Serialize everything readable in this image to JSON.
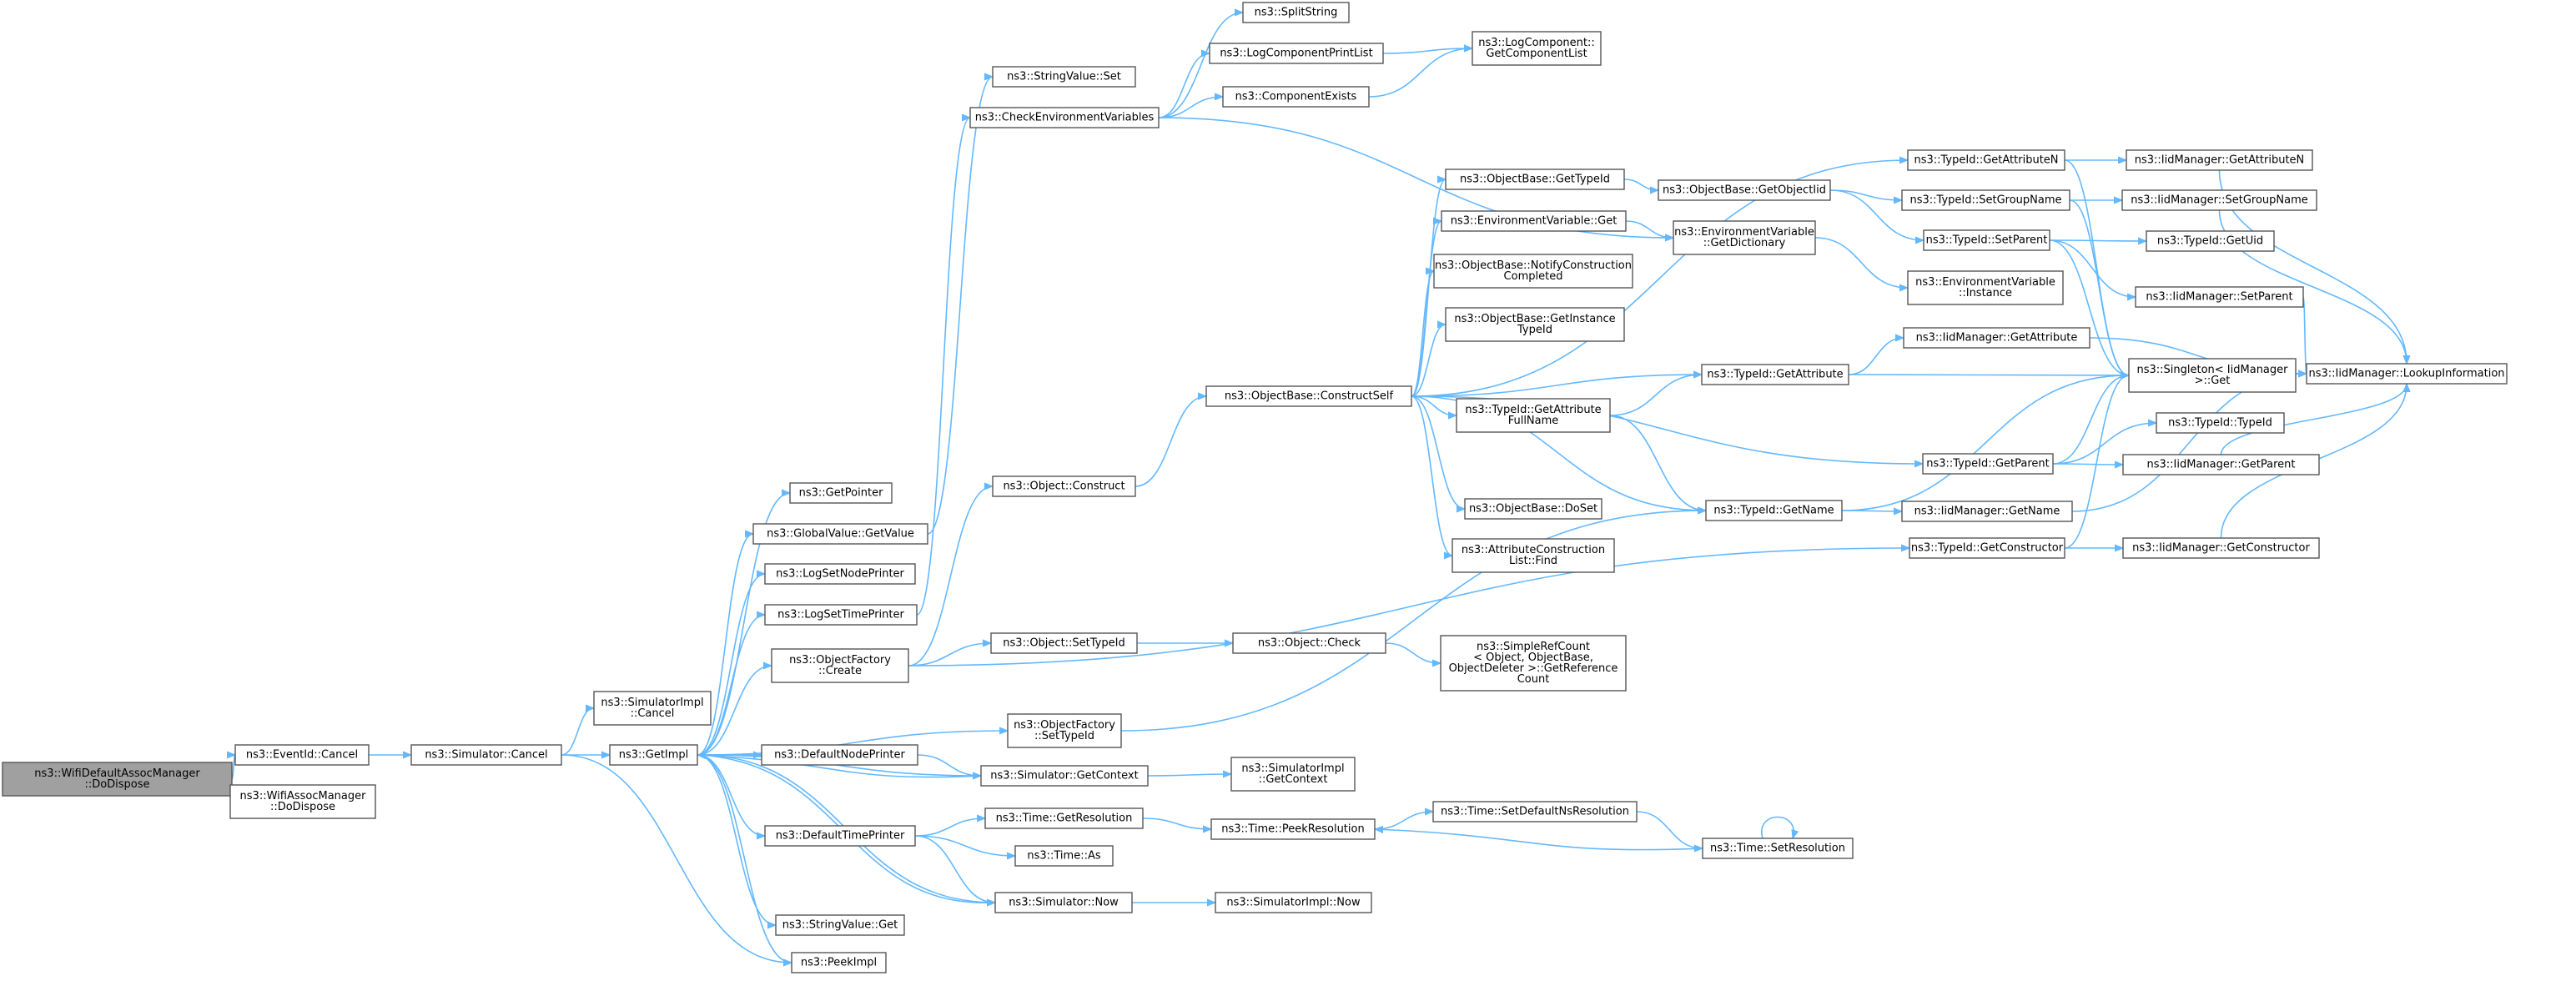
{
  "colors": {
    "edge": "#63b8ff",
    "node_border": "#555555",
    "root_fill": "#a0a0a0",
    "node_fill": "#ffffff"
  },
  "graph": {
    "root": "n0",
    "nodes": [
      {
        "id": "n0",
        "lines": [
          "ns3::WifiDefaultAssocManager",
          "::DoDispose"
        ]
      },
      {
        "id": "n1",
        "lines": [
          "ns3::EventId::Cancel"
        ]
      },
      {
        "id": "n2",
        "lines": [
          "ns3::WifiAssocManager",
          "::DoDispose"
        ]
      },
      {
        "id": "n3",
        "lines": [
          "ns3::Simulator::Cancel"
        ]
      },
      {
        "id": "n4",
        "lines": [
          "ns3::SimulatorImpl",
          "::Cancel"
        ]
      },
      {
        "id": "n5",
        "lines": [
          "ns3::GetImpl"
        ]
      },
      {
        "id": "n6",
        "lines": [
          "ns3::PeekImpl"
        ]
      },
      {
        "id": "n7",
        "lines": [
          "ns3::GetPointer"
        ]
      },
      {
        "id": "n8",
        "lines": [
          "ns3::GlobalValue::GetValue"
        ]
      },
      {
        "id": "n9",
        "lines": [
          "ns3::LogSetNodePrinter"
        ]
      },
      {
        "id": "n10",
        "lines": [
          "ns3::LogSetTimePrinter"
        ]
      },
      {
        "id": "n11",
        "lines": [
          "ns3::ObjectFactory",
          "::Create"
        ]
      },
      {
        "id": "n12",
        "lines": [
          "ns3::DefaultNodePrinter"
        ]
      },
      {
        "id": "n13",
        "lines": [
          "ns3::DefaultTimePrinter"
        ]
      },
      {
        "id": "n14",
        "lines": [
          "ns3::StringValue::Get"
        ]
      },
      {
        "id": "n15",
        "lines": [
          "ns3::StringValue::Set"
        ]
      },
      {
        "id": "n16",
        "lines": [
          "ns3::CheckEnvironmentVariables"
        ]
      },
      {
        "id": "n17",
        "lines": [
          "ns3::Object::Construct"
        ]
      },
      {
        "id": "n18",
        "lines": [
          "ns3::Object::SetTypeId"
        ]
      },
      {
        "id": "n19",
        "lines": [
          "ns3::ObjectFactory",
          "::SetTypeId"
        ]
      },
      {
        "id": "n20",
        "lines": [
          "ns3::Simulator::GetContext"
        ]
      },
      {
        "id": "n21",
        "lines": [
          "ns3::Time::GetResolution"
        ]
      },
      {
        "id": "n22",
        "lines": [
          "ns3::Time::As"
        ]
      },
      {
        "id": "n23",
        "lines": [
          "ns3::Simulator::Now"
        ]
      },
      {
        "id": "n24",
        "lines": [
          "ns3::SplitString"
        ]
      },
      {
        "id": "n25",
        "lines": [
          "ns3::LogComponentPrintList"
        ]
      },
      {
        "id": "n26",
        "lines": [
          "ns3::ComponentExists"
        ]
      },
      {
        "id": "n27",
        "lines": [
          "ns3::LogComponent::",
          "GetComponentList"
        ]
      },
      {
        "id": "n28",
        "lines": [
          "ns3::ObjectBase::ConstructSelf"
        ]
      },
      {
        "id": "n29",
        "lines": [
          "ns3::Object::Check"
        ]
      },
      {
        "id": "n30",
        "lines": [
          "ns3::SimulatorImpl",
          "::GetContext"
        ]
      },
      {
        "id": "n31",
        "lines": [
          "ns3::Time::PeekResolution"
        ]
      },
      {
        "id": "n32",
        "lines": [
          "ns3::SimulatorImpl::Now"
        ]
      },
      {
        "id": "n33",
        "lines": [
          "ns3::ObjectBase::GetTypeId"
        ]
      },
      {
        "id": "n34",
        "lines": [
          "ns3::EnvironmentVariable::Get"
        ]
      },
      {
        "id": "n35",
        "lines": [
          "ns3::ObjectBase::NotifyConstruction",
          "Completed"
        ]
      },
      {
        "id": "n36",
        "lines": [
          "ns3::ObjectBase::GetInstance",
          "TypeId"
        ]
      },
      {
        "id": "n37",
        "lines": [
          "ns3::TypeId::GetAttribute",
          "FullName"
        ]
      },
      {
        "id": "n38",
        "lines": [
          "ns3::ObjectBase::DoSet"
        ]
      },
      {
        "id": "n39",
        "lines": [
          "ns3::AttributeConstruction",
          "List::Find"
        ]
      },
      {
        "id": "n40",
        "lines": [
          "ns3::SimpleRefCount",
          "< Object, ObjectBase,",
          "ObjectDeleter >::GetReference",
          "Count"
        ]
      },
      {
        "id": "n41",
        "lines": [
          "ns3::Time::SetDefaultNsResolution"
        ]
      },
      {
        "id": "n42",
        "lines": [
          "ns3::ObjectBase::GetObjectIid"
        ]
      },
      {
        "id": "n43",
        "lines": [
          "ns3::EnvironmentVariable",
          "::GetDictionary"
        ]
      },
      {
        "id": "n44",
        "lines": [
          "ns3::TypeId::GetAttribute"
        ]
      },
      {
        "id": "n45",
        "lines": [
          "ns3::TypeId::GetName"
        ]
      },
      {
        "id": "n46",
        "lines": [
          "ns3::TypeId::GetParent"
        ]
      },
      {
        "id": "n47",
        "lines": [
          "ns3::TypeId::GetConstructor"
        ]
      },
      {
        "id": "n48",
        "lines": [
          "ns3::Time::SetResolution"
        ]
      },
      {
        "id": "n49",
        "lines": [
          "ns3::TypeId::GetAttributeN"
        ]
      },
      {
        "id": "n50",
        "lines": [
          "ns3::TypeId::SetGroupName"
        ]
      },
      {
        "id": "n51",
        "lines": [
          "ns3::TypeId::SetParent"
        ]
      },
      {
        "id": "n52",
        "lines": [
          "ns3::EnvironmentVariable",
          "::Instance"
        ]
      },
      {
        "id": "n53",
        "lines": [
          "ns3::IidManager::GetAttribute"
        ]
      },
      {
        "id": "n54",
        "lines": [
          "ns3::Singleton< IidManager",
          ">::Get"
        ]
      },
      {
        "id": "n55",
        "lines": [
          "ns3::IidManager::GetName"
        ]
      },
      {
        "id": "n56",
        "lines": [
          "ns3::IidManager::GetConstructor"
        ]
      },
      {
        "id": "n57",
        "lines": [
          "ns3::IidManager::GetAttributeN"
        ]
      },
      {
        "id": "n58",
        "lines": [
          "ns3::IidManager::SetGroupName"
        ]
      },
      {
        "id": "n59",
        "lines": [
          "ns3::TypeId::GetUid"
        ]
      },
      {
        "id": "n60",
        "lines": [
          "ns3::IidManager::SetParent"
        ]
      },
      {
        "id": "n61",
        "lines": [
          "ns3::TypeId::TypeId"
        ]
      },
      {
        "id": "n62",
        "lines": [
          "ns3::IidManager::GetParent"
        ]
      },
      {
        "id": "n63",
        "lines": [
          "ns3::IidManager::LookupInformation"
        ]
      }
    ],
    "edges": [
      [
        "n0",
        "n1"
      ],
      [
        "n0",
        "n2"
      ],
      [
        "n1",
        "n3"
      ],
      [
        "n3",
        "n4"
      ],
      [
        "n3",
        "n5"
      ],
      [
        "n3",
        "n6"
      ],
      [
        "n5",
        "n7"
      ],
      [
        "n5",
        "n8"
      ],
      [
        "n5",
        "n9"
      ],
      [
        "n5",
        "n10"
      ],
      [
        "n5",
        "n11"
      ],
      [
        "n5",
        "n12"
      ],
      [
        "n5",
        "n13"
      ],
      [
        "n5",
        "n14"
      ],
      [
        "n5",
        "n6"
      ],
      [
        "n5",
        "n19"
      ],
      [
        "n5",
        "n20"
      ],
      [
        "n5",
        "n23"
      ],
      [
        "n8",
        "n15"
      ],
      [
        "n10",
        "n16"
      ],
      [
        "n11",
        "n17"
      ],
      [
        "n11",
        "n18"
      ],
      [
        "n11",
        "n47"
      ],
      [
        "n12",
        "n20"
      ],
      [
        "n13",
        "n21"
      ],
      [
        "n13",
        "n22"
      ],
      [
        "n13",
        "n23"
      ],
      [
        "n16",
        "n24"
      ],
      [
        "n16",
        "n25"
      ],
      [
        "n16",
        "n26"
      ],
      [
        "n16",
        "n43"
      ],
      [
        "n25",
        "n27"
      ],
      [
        "n26",
        "n27"
      ],
      [
        "n17",
        "n28"
      ],
      [
        "n18",
        "n29"
      ],
      [
        "n19",
        "n45"
      ],
      [
        "n20",
        "n30"
      ],
      [
        "n20",
        "n5"
      ],
      [
        "n21",
        "n31"
      ],
      [
        "n23",
        "n32"
      ],
      [
        "n23",
        "n5"
      ],
      [
        "n28",
        "n33"
      ],
      [
        "n28",
        "n34"
      ],
      [
        "n28",
        "n35"
      ],
      [
        "n28",
        "n36"
      ],
      [
        "n28",
        "n37"
      ],
      [
        "n28",
        "n38"
      ],
      [
        "n28",
        "n39"
      ],
      [
        "n28",
        "n44"
      ],
      [
        "n28",
        "n45"
      ],
      [
        "n28",
        "n46"
      ],
      [
        "n28",
        "n49"
      ],
      [
        "n29",
        "n40"
      ],
      [
        "n31",
        "n41"
      ],
      [
        "n41",
        "n48"
      ],
      [
        "n48",
        "n31"
      ],
      [
        "n48",
        "n48"
      ],
      [
        "n33",
        "n42"
      ],
      [
        "n34",
        "n43"
      ],
      [
        "n42",
        "n50"
      ],
      [
        "n42",
        "n51"
      ],
      [
        "n43",
        "n52"
      ],
      [
        "n37",
        "n44"
      ],
      [
        "n37",
        "n45"
      ],
      [
        "n44",
        "n53"
      ],
      [
        "n44",
        "n54"
      ],
      [
        "n45",
        "n54"
      ],
      [
        "n45",
        "n55"
      ],
      [
        "n46",
        "n54"
      ],
      [
        "n46",
        "n62"
      ],
      [
        "n47",
        "n54"
      ],
      [
        "n47",
        "n56"
      ],
      [
        "n49",
        "n54"
      ],
      [
        "n49",
        "n57"
      ],
      [
        "n50",
        "n54"
      ],
      [
        "n50",
        "n58"
      ],
      [
        "n51",
        "n54"
      ],
      [
        "n51",
        "n59"
      ],
      [
        "n51",
        "n60"
      ],
      [
        "n53",
        "n63"
      ],
      [
        "n55",
        "n63"
      ],
      [
        "n56",
        "n63"
      ],
      [
        "n57",
        "n63"
      ],
      [
        "n58",
        "n63"
      ],
      [
        "n60",
        "n63"
      ],
      [
        "n62",
        "n63"
      ],
      [
        "n46",
        "n61"
      ]
    ]
  }
}
